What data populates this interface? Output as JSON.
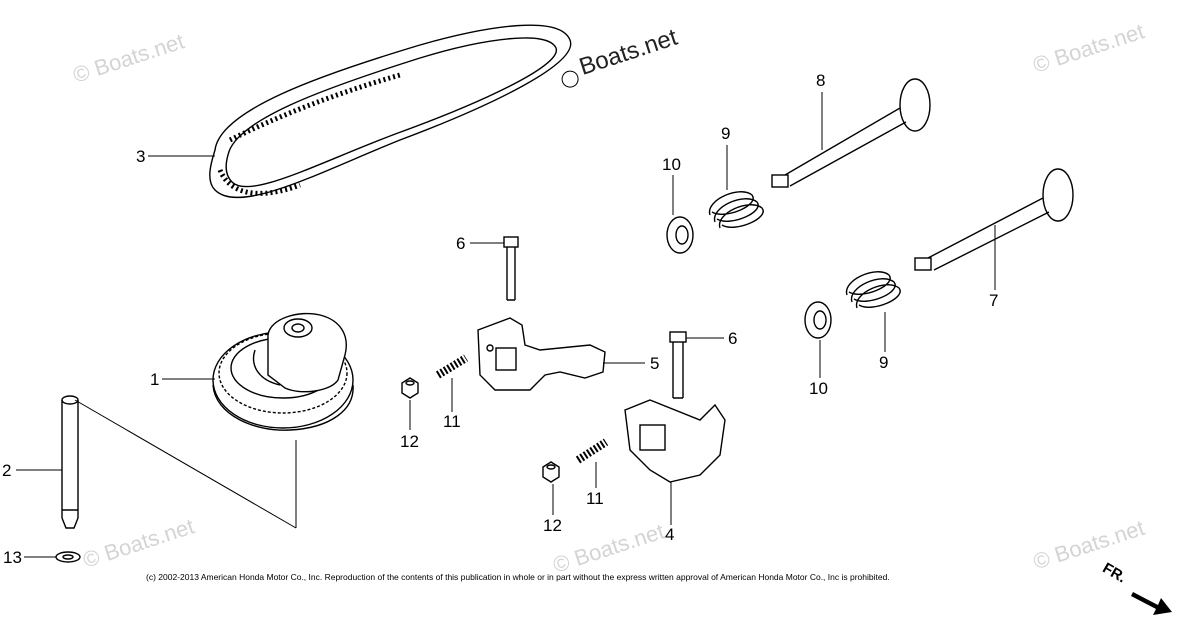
{
  "watermarks": {
    "top_left": "© Boats.net",
    "top_center": "Boats.net",
    "top_right": "© Boats.net",
    "bottom_left": "© Boats.net",
    "bottom_center": "© Boats.net",
    "bottom_right": "© Boats.net"
  },
  "callouts": {
    "c1": "1",
    "c2": "2",
    "c3": "3",
    "c4": "4",
    "c5": "5",
    "c6a": "6",
    "c6b": "6",
    "c7": "7",
    "c8": "8",
    "c9a": "9",
    "c9b": "9",
    "c10a": "10",
    "c10b": "10",
    "c11a": "11",
    "c11b": "11",
    "c12a": "12",
    "c12b": "12",
    "c13": "13"
  },
  "copyright": "(c) 2002-2013 American Honda Motor Co., Inc. Reproduction of the contents of this publication in whole or in part without the express written approval of American Honda Motor Co., Inc is prohibited.",
  "direction_label": "FR."
}
